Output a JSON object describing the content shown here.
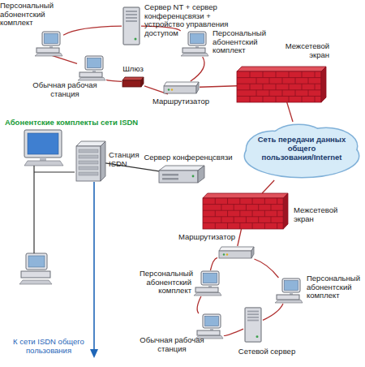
{
  "diagram": {
    "nodes": [
      {
        "text": [
          "Персональный абонентский комплект"
        ]
      },
      {
        "text": [
          "Сервер NT + сервер конференцсвязи + устройство управления доступом"
        ]
      },
      {
        "text": [
          "Персональный абонентский комплект"
        ]
      },
      {
        "text": [
          "Обычная рабочая станция"
        ]
      },
      {
        "text": [
          "Шлюз"
        ]
      },
      {
        "text": [
          "Маршрутизатор"
        ]
      },
      {
        "text": [
          "Межсетевой экран"
        ]
      },
      {
        "text": [
          "Сеть передачи данных общего пользования/Internet"
        ]
      },
      {
        "text": [
          "Межсетевой экран"
        ]
      },
      {
        "text": [
          "Маршрутизатор"
        ]
      },
      {
        "text": [
          "Персональный абонентский комплект"
        ]
      },
      {
        "text": [
          "Персональный абонентский комплект"
        ]
      },
      {
        "text": [
          "Обычная рабочая станция"
        ]
      },
      {
        "text": [
          "Сетевой сервер"
        ]
      },
      {
        "text": [
          "Станция ISDN"
        ]
      },
      {
        "text": [
          "Сервер конференцсвязи"
        ]
      }
    ],
    "edges": [
      {
        "from": 0,
        "to": 1,
        "arrow": "none"
      },
      {
        "from": 1,
        "to": 2,
        "arrow": "none"
      },
      {
        "from": 2,
        "to": 5,
        "arrow": "none"
      },
      {
        "from": 5,
        "to": 4,
        "arrow": "none"
      },
      {
        "from": 4,
        "to": 3,
        "arrow": "none"
      },
      {
        "from": 3,
        "to": 0,
        "arrow": "none"
      },
      {
        "from": 5,
        "to": 6,
        "arrow": "none"
      },
      {
        "from": 6,
        "to": 7,
        "arrow": "none"
      },
      {
        "from": 7,
        "to": 8,
        "arrow": "none"
      },
      {
        "from": 8,
        "to": 9,
        "arrow": "none"
      },
      {
        "from": 9,
        "to": 11,
        "arrow": "none"
      },
      {
        "from": 11,
        "to": 13,
        "arrow": "none"
      },
      {
        "from": 13,
        "to": 12,
        "arrow": "none"
      },
      {
        "from": 12,
        "to": 10,
        "arrow": "none"
      },
      {
        "from": 10,
        "to": 9,
        "arrow": "none"
      },
      {
        "from": 14,
        "to": 15,
        "arrow": "none"
      }
    ],
    "labels": [
      "Абонентские комплекты сети ISDN",
      "К сети ISDN общего пользования"
    ]
  }
}
